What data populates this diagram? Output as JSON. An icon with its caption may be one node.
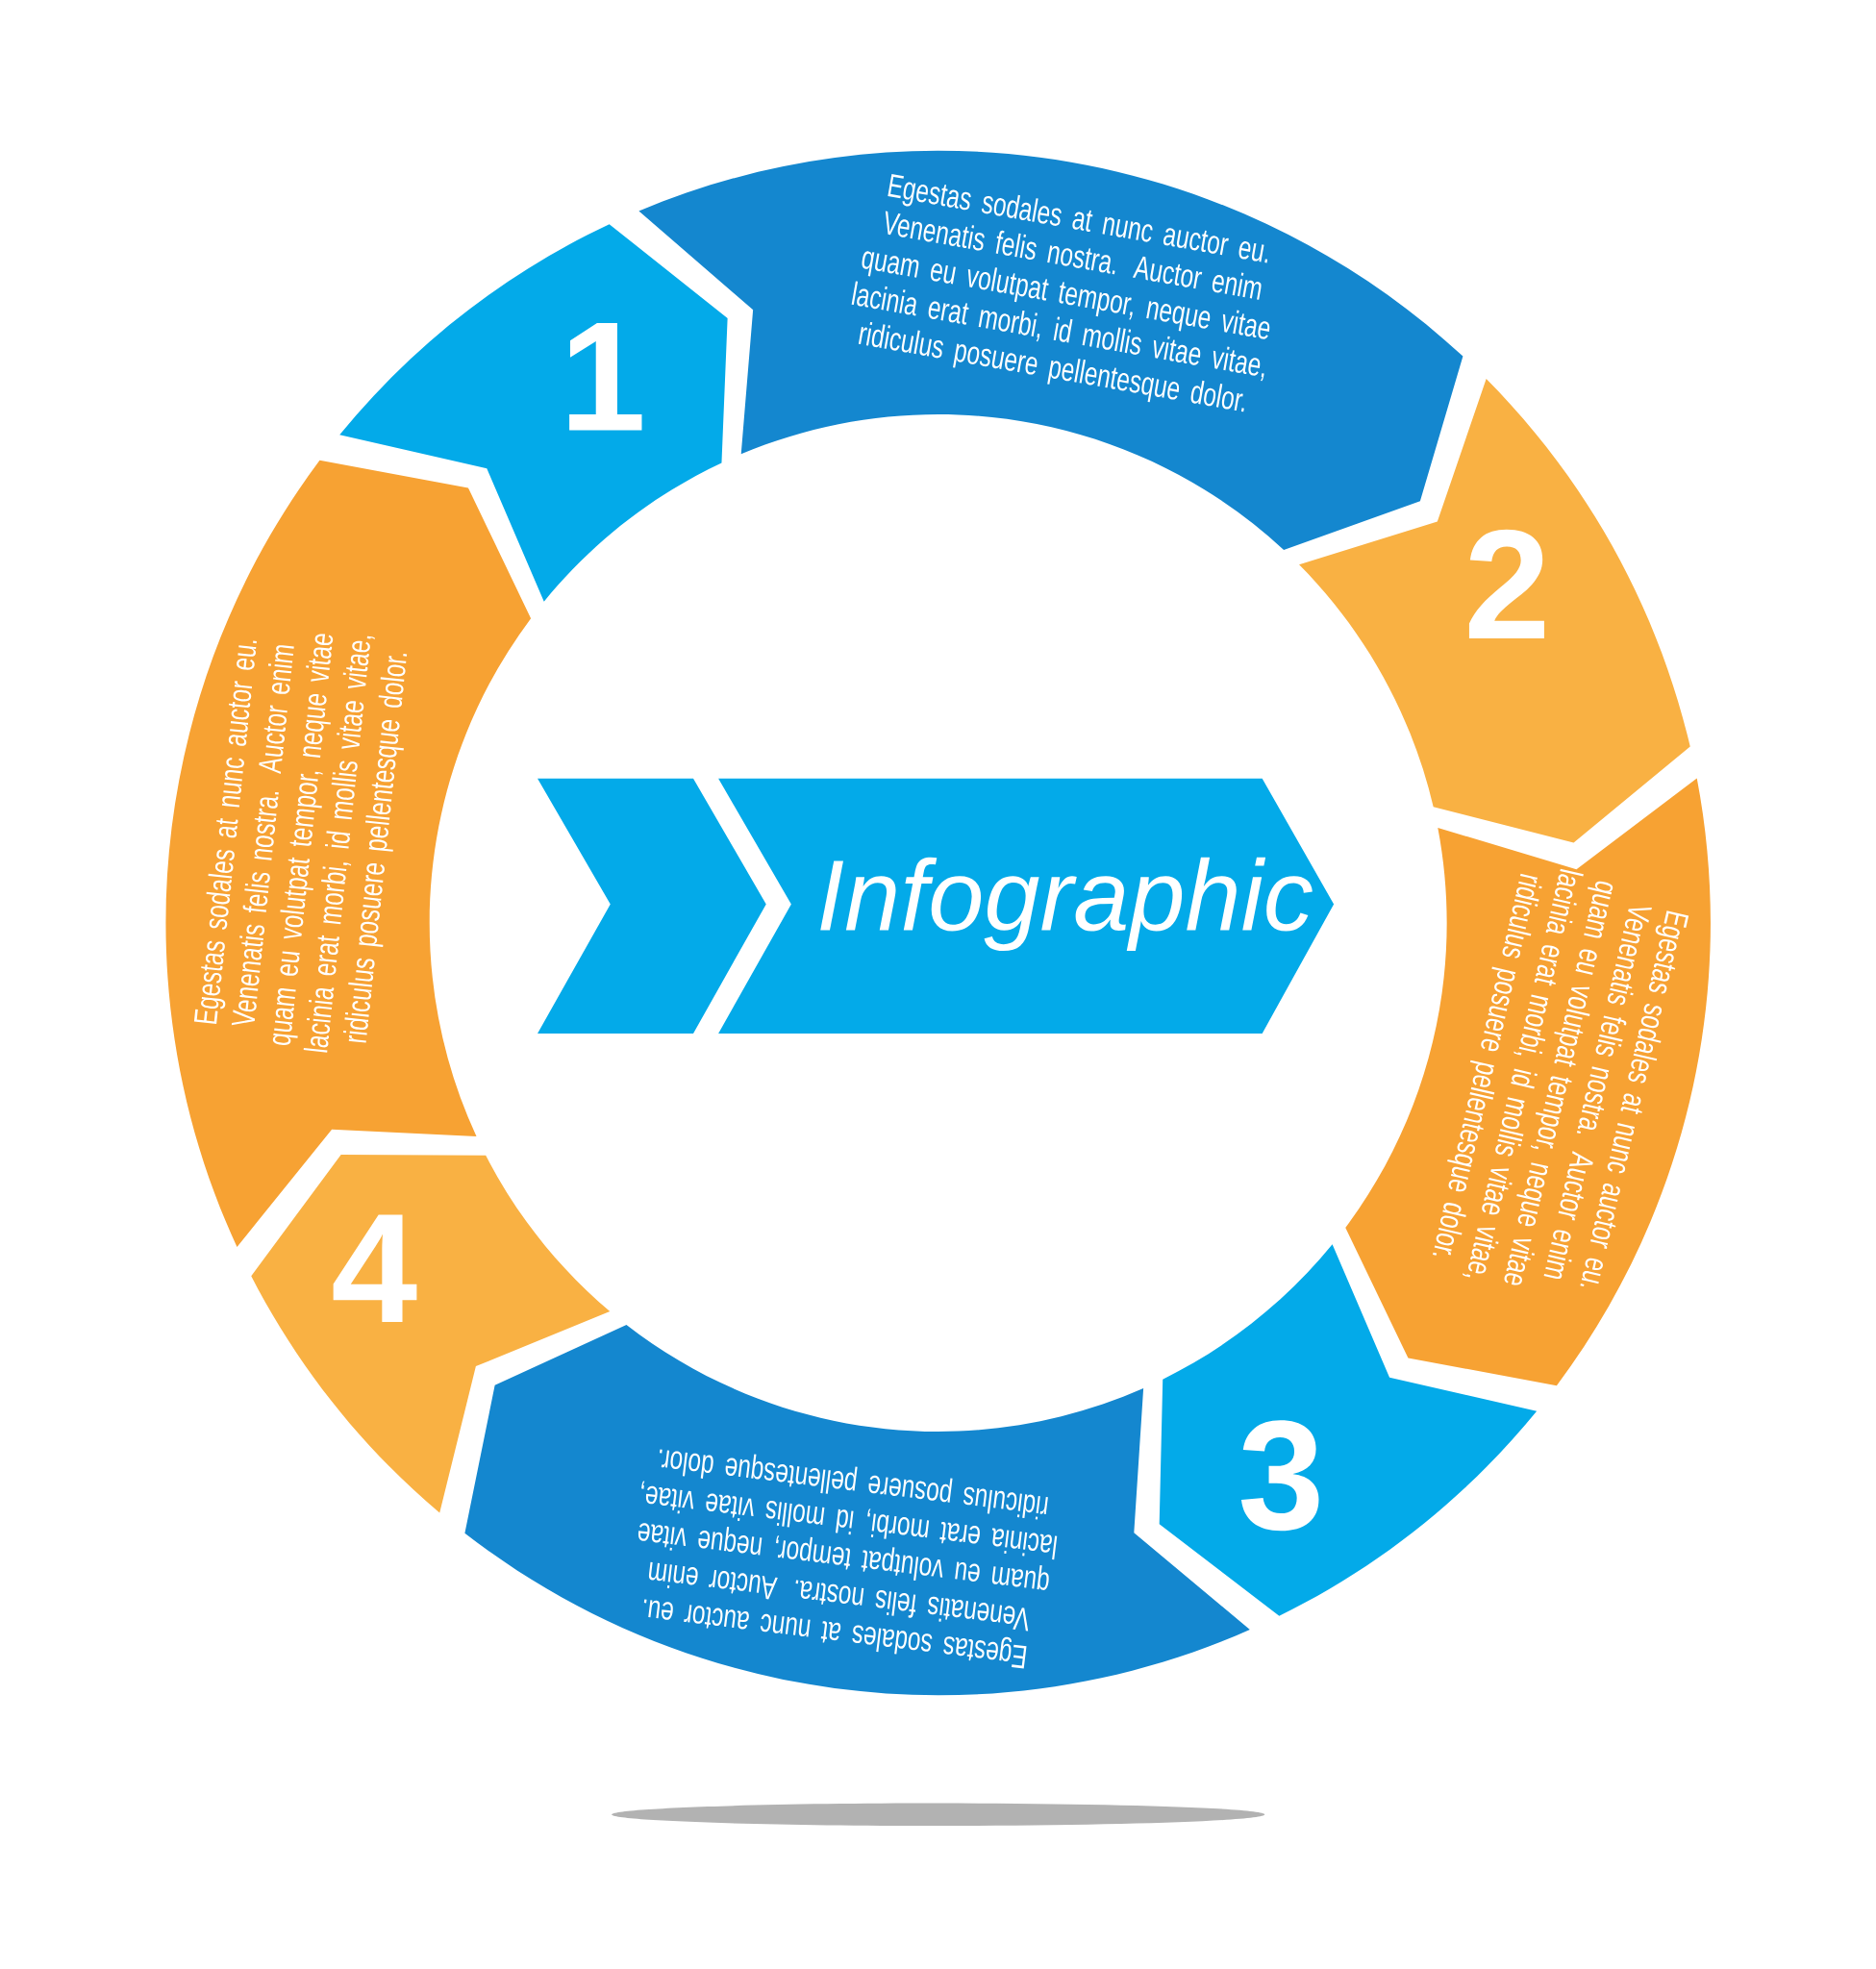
{
  "diagram": {
    "nodes": [
      {
        "text": [
          "1"
        ]
      },
      {
        "text": [
          "Egestas sodales at nunc auctor eu. Venenatis felis nostra. Auctor enim quam eu volutpat tempor, neque vitae lacinia erat morbi, id mollis vitae vitae, ridiculus posuere pellentesque dolor."
        ]
      },
      {
        "text": [
          "2"
        ]
      },
      {
        "text": [
          "Egestas sodales at nunc auctor eu. Venenatis felis nostra. Auctor enim quam eu volutpat tempor, neque vitae lacinia erat morbi, id mollis vitae vitae, ridiculus posuere pellentesque dolor."
        ]
      },
      {
        "text": [
          "3"
        ]
      },
      {
        "text": [
          "Egestas sodales at nunc auctor eu. Venenatis felis nostra. Auctor enim quam eu volutpat tempor, neque vitae lacinia erat morbi, id mollis vitae vitae, ridiculus posuere pellentesque dolor."
        ]
      },
      {
        "text": [
          "4"
        ]
      },
      {
        "text": [
          "Egestas sodales at nunc auctor eu. Venenatis felis nostra. Auctor enim quam eu volutpat tempor, neque vitae lacinia erat morbi, id mollis vitae vitae, ridiculus posuere pellentesque dolor."
        ]
      },
      {
        "text": [],
        "shape": "chevron"
      },
      {
        "text": [
          "Infographic"
        ]
      }
    ]
  }
}
